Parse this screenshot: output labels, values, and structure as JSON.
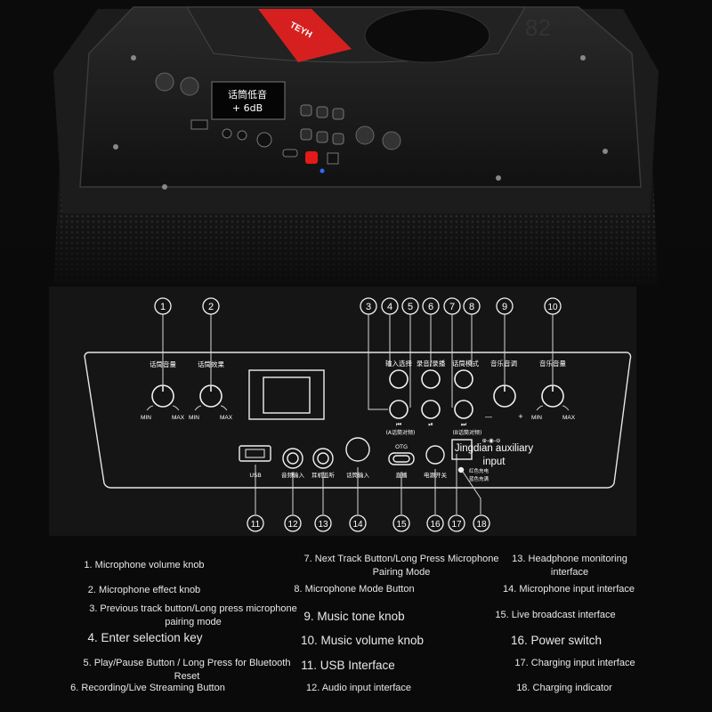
{
  "photo": {
    "display_line1": "话筒低音",
    "display_line2": "+ 6dB",
    "handle_brand": "TEYH",
    "watermark": "82"
  },
  "panel": {
    "numbers": [
      "1",
      "2",
      "3",
      "4",
      "5",
      "6",
      "7",
      "8",
      "9",
      "10",
      "11",
      "12",
      "13",
      "14",
      "15",
      "16",
      "17",
      "18"
    ],
    "labels": {
      "mic_volume": "话筒音量",
      "mic_effect": "话筒效果",
      "input_select": "输入选择",
      "record": "录音/录播",
      "mic_mode": "话筒模式",
      "music_tone": "音乐音调",
      "music_volume": "音乐音量",
      "min": "MIN",
      "max": "MAX",
      "minus": "—",
      "plus": "+",
      "prev_sub": "(A话筒对频)",
      "next_sub": "(B话筒对频)",
      "usb": "USB",
      "audio_in": "音频输入",
      "headphone": "耳机监听",
      "mic_in": "话筒输入",
      "otg": "OTG",
      "live": "直播",
      "power": "电源开关",
      "aux_overlay": "Jingdian auxiliary input",
      "charge_led_1": "红色充电",
      "charge_led_2": "蓝色充满"
    }
  },
  "legend": [
    {
      "id": "l1",
      "text": "1. Microphone volume knob"
    },
    {
      "id": "l2",
      "text": "2. Microphone effect knob"
    },
    {
      "id": "l3",
      "text": "3. Previous track button/Long press microphone pairing mode"
    },
    {
      "id": "l4",
      "text": "4. Enter selection key"
    },
    {
      "id": "l5",
      "text": "5. Play/Pause Button / Long Press for Bluetooth Reset"
    },
    {
      "id": "l6",
      "text": "6. Recording/Live Streaming Button"
    },
    {
      "id": "l7",
      "text": "7. Next Track Button/Long Press Microphone Pairing Mode"
    },
    {
      "id": "l8",
      "text": "8. Microphone Mode Button"
    },
    {
      "id": "l9",
      "text": "9. Music tone knob"
    },
    {
      "id": "l10",
      "text": "10. Music volume knob"
    },
    {
      "id": "l11",
      "text": "11. USB Interface"
    },
    {
      "id": "l12",
      "text": "12. Audio input interface"
    },
    {
      "id": "l13",
      "text": "13. Headphone monitoring interface"
    },
    {
      "id": "l14",
      "text": "14. Microphone input interface"
    },
    {
      "id": "l15",
      "text": "15. Live broadcast interface"
    },
    {
      "id": "l16",
      "text": "16. Power switch"
    },
    {
      "id": "l17",
      "text": "17. Charging input interface"
    },
    {
      "id": "l18",
      "text": "18. Charging indicator"
    }
  ]
}
